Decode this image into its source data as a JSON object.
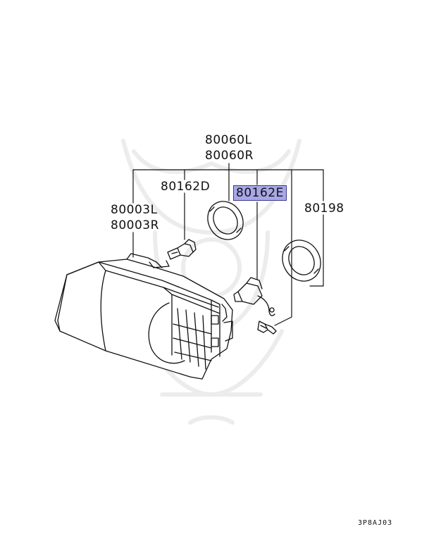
{
  "labels": {
    "p80060L": "80060L",
    "p80060R": "80060R",
    "p80162D": "80162D",
    "p80162E": "80162E",
    "p80003L": "80003L",
    "p80003R": "80003R",
    "p80198": "80198"
  },
  "diagram_code": "3P8AJ03",
  "colors": {
    "highlight_fill": "#a9a7e6",
    "highlight_border": "#3b3a8c",
    "line": "#111111",
    "watermark": "#ececec"
  }
}
